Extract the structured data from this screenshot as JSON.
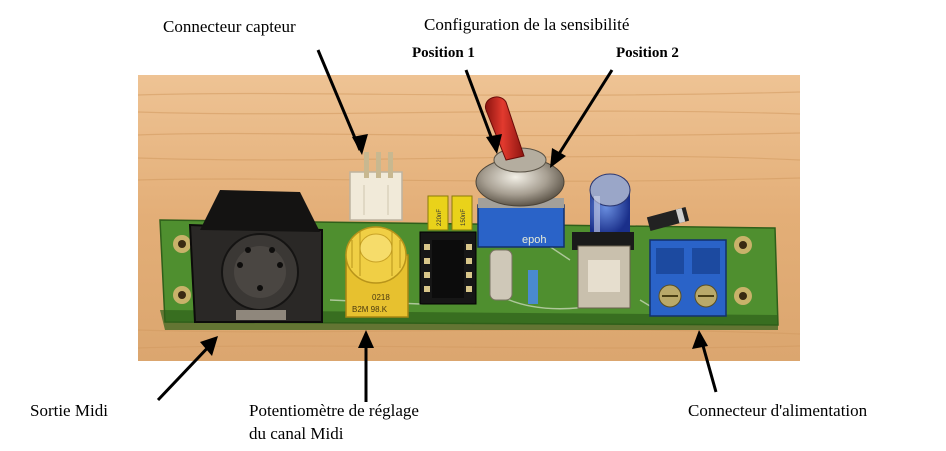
{
  "labels": {
    "sensor_connector": "Connecteur capteur",
    "sensitivity_config": "Configuration de la sensibilité",
    "position_1": "Position 1",
    "position_2": "Position 2",
    "midi_out": "Sortie Midi",
    "potentiometer_line1": "Potentiomètre de réglage",
    "potentiometer_line2": "du canal Midi",
    "power_connector": "Connecteur d'alimentation"
  },
  "component_markings": {
    "pot_line1": "0218",
    "pot_line2": "B2M  98.K",
    "pcb_text": "epoh",
    "cap1": "220nF",
    "cap2": "150nF"
  },
  "colors": {
    "wood": "#e7b47f",
    "pcb": "#4f8f2f",
    "toggle_cap": "#c0201a",
    "terminal_block": "#2a63c8",
    "pot": "#e7c12f"
  }
}
